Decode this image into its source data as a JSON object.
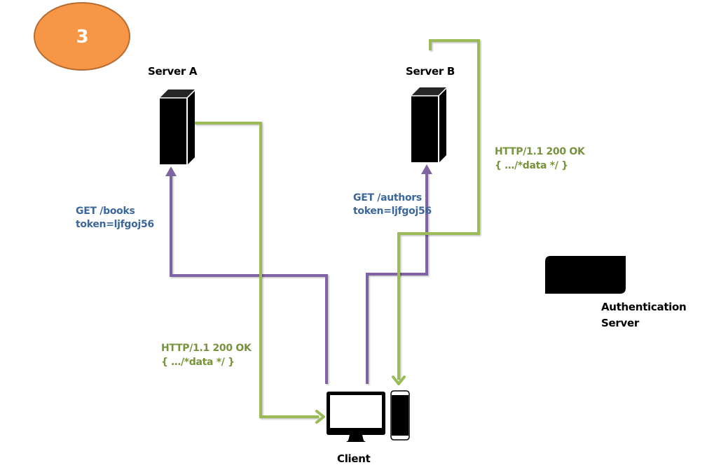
{
  "step": {
    "number": "3",
    "fill": "#f79646",
    "stroke": "#b66d31"
  },
  "nodes": {
    "server_a": {
      "label": "Server A"
    },
    "server_b": {
      "label": "Server B"
    },
    "auth_server": {
      "label_line1": "Authentication",
      "label_line2": "Server"
    },
    "client": {
      "label": "Client"
    }
  },
  "messages": {
    "request_a": {
      "line1": "GET /books",
      "line2": "token=ljfgoj56"
    },
    "request_b": {
      "line1": "GET /authors",
      "line2": "token=ljfgoj56"
    },
    "response_a": {
      "line1": "HTTP/1.1 200 OK",
      "line2": "{ …/*data */ }"
    },
    "response_b": {
      "line1": "HTTP/1.1 200 OK",
      "line2": "{ …/*data */ }"
    }
  },
  "colors": {
    "request_arrow": "#8064a2",
    "response_arrow": "#9bbb59",
    "request_text": "#3b679a",
    "response_text": "#77933c",
    "device": "#000000"
  }
}
